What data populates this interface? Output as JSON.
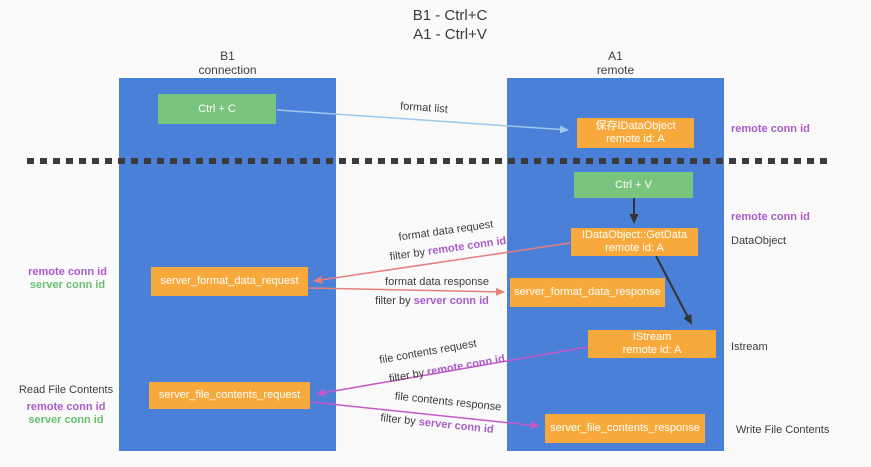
{
  "title": {
    "line1": "B1 - Ctrl+C",
    "line2": "A1 - Ctrl+V"
  },
  "lanes": {
    "left": {
      "name": "B1",
      "subtitle": "connection"
    },
    "right": {
      "name": "A1",
      "subtitle": "remote"
    }
  },
  "nodes": {
    "ctrl_c": "Ctrl + C",
    "ctrl_v": "Ctrl + V",
    "save_dataobject": {
      "line1": "保存IDataObject",
      "line2": "remote id: A"
    },
    "getdata": {
      "line1": "IDataObject::GetData",
      "line2": "remote id: A"
    },
    "istream": {
      "line1": "IStream",
      "line2": "remote id: A"
    },
    "server_format_data_request": "server_format_data_request",
    "server_format_data_response": "server_format_data_response",
    "server_file_contents_request": "server_file_contents_request",
    "server_file_contents_response": "server_file_contents_response"
  },
  "arrow_labels": {
    "format_list": "format list",
    "format_data_request": "format data request",
    "format_data_response": "format data response",
    "file_contents_request": "file contents request",
    "file_contents_response": "file contents response",
    "filter_by": "filter by ",
    "remote_conn_id": "remote conn id",
    "server_conn_id": "server conn id"
  },
  "side_labels": {
    "remote_conn_id": "remote conn id",
    "server_conn_id": "server conn id",
    "dataobject": "DataObject",
    "istream": "Istream",
    "read_file_contents": "Read File Contents",
    "write_file_contents": "Write File Contents"
  },
  "colors": {
    "lane_blue": "#4a80d8",
    "green_box": "#79c57e",
    "orange_box": "#f7a93c",
    "purple_text": "#a85cc6",
    "green_text": "#6abf6e",
    "arrow_blue": "#9dc9ee",
    "arrow_salmon": "#e87e7e",
    "arrow_magenta": "#c858c8",
    "arrow_black": "#333333",
    "background": "#fafafa"
  }
}
